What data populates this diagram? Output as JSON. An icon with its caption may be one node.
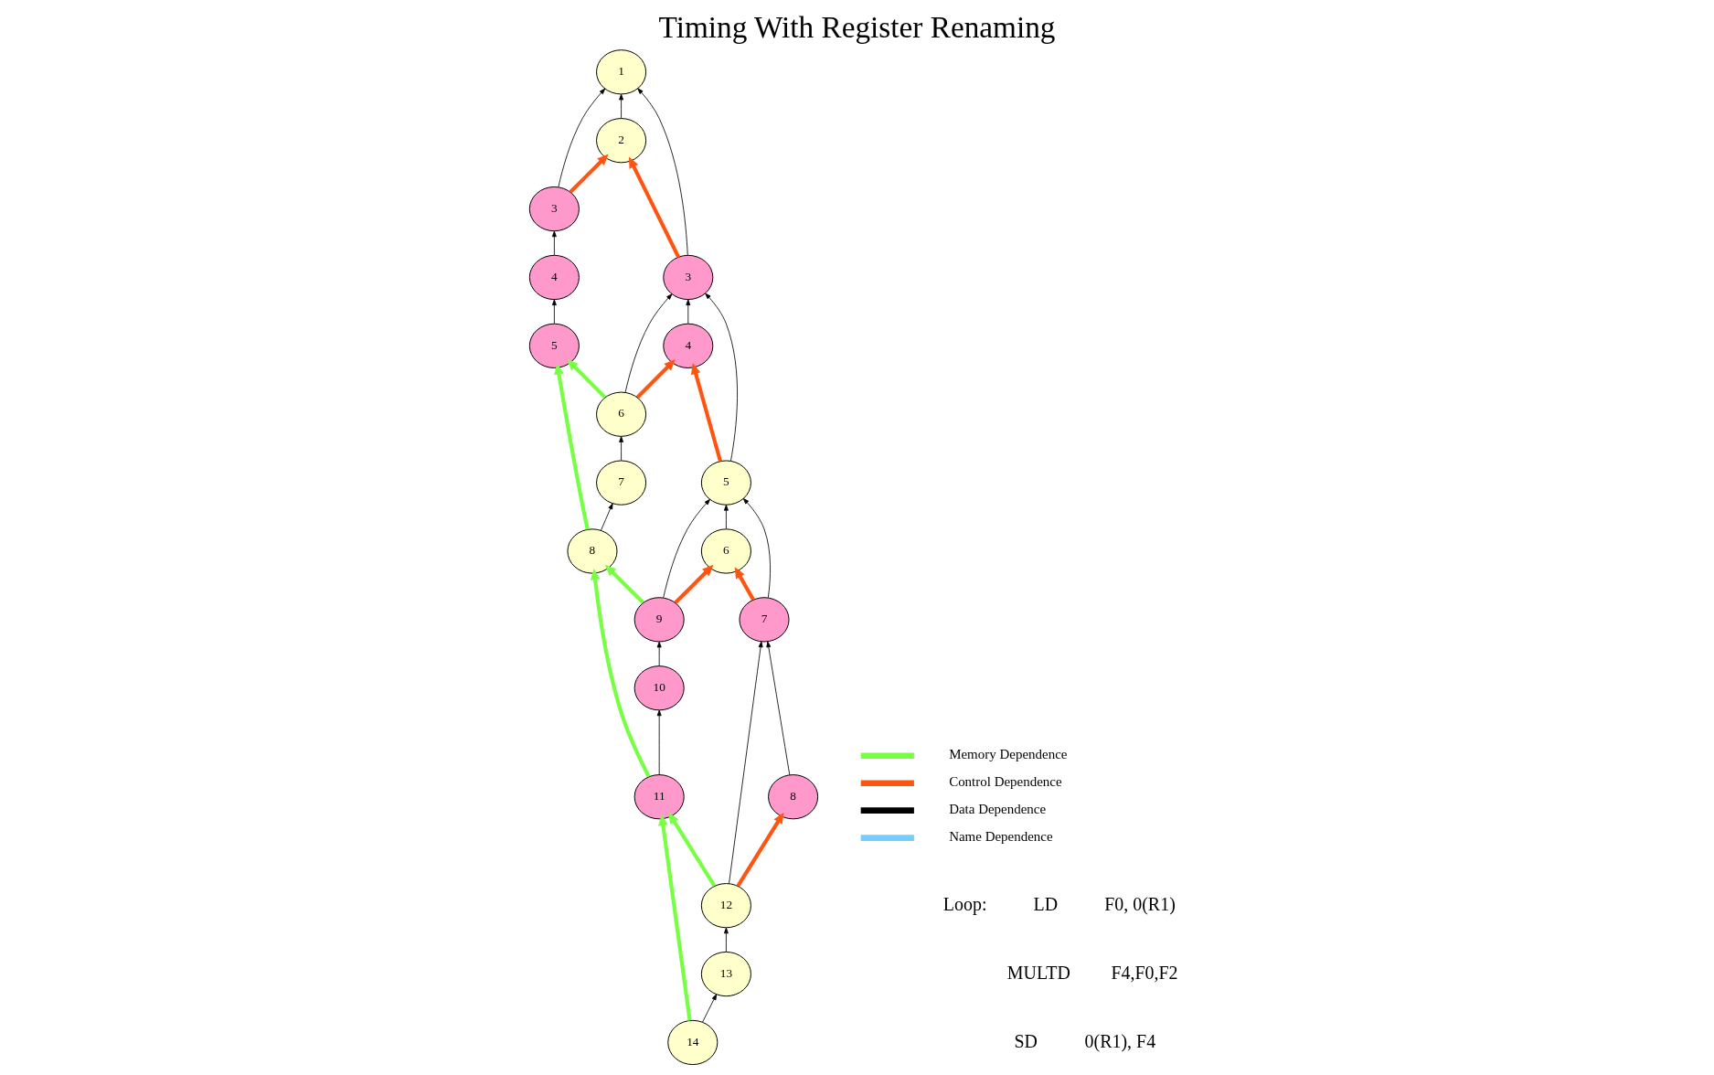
{
  "diagram": {
    "title": "Timing With Register Renaming",
    "nodes": [
      {
        "text": [
          "1"
        ]
      },
      {
        "text": [
          "2"
        ]
      },
      {
        "text": [
          "3"
        ]
      },
      {
        "text": [
          "3"
        ]
      },
      {
        "text": [
          "4"
        ]
      },
      {
        "text": [
          "5"
        ]
      },
      {
        "text": [
          "4"
        ]
      },
      {
        "text": [
          "6"
        ]
      },
      {
        "text": [
          "5"
        ]
      },
      {
        "text": [
          "7"
        ]
      },
      {
        "text": [
          "8"
        ]
      },
      {
        "text": [
          "6"
        ]
      },
      {
        "text": [
          "9"
        ]
      },
      {
        "text": [
          "7"
        ]
      },
      {
        "text": [
          "10"
        ]
      },
      {
        "text": [
          "11"
        ]
      },
      {
        "text": [
          "8"
        ]
      },
      {
        "text": [
          "12"
        ]
      },
      {
        "text": [
          "13"
        ]
      },
      {
        "text": [
          "14"
        ]
      }
    ],
    "edges": [
      {
        "from": 2,
        "to": 0,
        "arrow": "to"
      },
      {
        "from": 3,
        "to": 0,
        "arrow": "to"
      },
      {
        "from": 1,
        "to": 0,
        "arrow": "to"
      },
      {
        "from": 4,
        "to": 2,
        "arrow": "to"
      },
      {
        "from": 5,
        "to": 4,
        "arrow": "to"
      },
      {
        "from": 7,
        "to": 3,
        "arrow": "to"
      },
      {
        "from": 6,
        "to": 3,
        "arrow": "to"
      },
      {
        "from": 8,
        "to": 3,
        "arrow": "to"
      },
      {
        "from": 9,
        "to": 7,
        "arrow": "to"
      },
      {
        "from": 10,
        "to": 9,
        "arrow": "to"
      },
      {
        "from": 12,
        "to": 8,
        "arrow": "to"
      },
      {
        "from": 11,
        "to": 8,
        "arrow": "to"
      },
      {
        "from": 13,
        "to": 8,
        "arrow": "to"
      },
      {
        "from": 14,
        "to": 12,
        "arrow": "to"
      },
      {
        "from": 15,
        "to": 14,
        "arrow": "to"
      },
      {
        "from": 17,
        "to": 13,
        "arrow": "to"
      },
      {
        "from": 16,
        "to": 13,
        "arrow": "to"
      },
      {
        "from": 18,
        "to": 17,
        "arrow": "to"
      },
      {
        "from": 19,
        "to": 18,
        "arrow": "to"
      },
      {
        "from": 2,
        "to": 1,
        "arrow": "to",
        "style": "thick",
        "color": "#ff5511"
      },
      {
        "from": 3,
        "to": 1,
        "arrow": "to",
        "style": "thick",
        "color": "#ff5511"
      },
      {
        "from": 7,
        "to": 6,
        "arrow": "to",
        "style": "thick",
        "color": "#ff5511"
      },
      {
        "from": 8,
        "to": 6,
        "arrow": "to",
        "style": "thick",
        "color": "#ff5511"
      },
      {
        "from": 12,
        "to": 11,
        "arrow": "to",
        "style": "thick",
        "color": "#ff5511"
      },
      {
        "from": 13,
        "to": 11,
        "arrow": "to",
        "style": "thick",
        "color": "#ff5511"
      },
      {
        "from": 17,
        "to": 16,
        "arrow": "to",
        "style": "thick",
        "color": "#ff5511"
      },
      {
        "from": 7,
        "to": 5,
        "arrow": "to",
        "style": "thick",
        "color": "#77ff44"
      },
      {
        "from": 10,
        "to": 5,
        "arrow": "to",
        "style": "thick",
        "color": "#77ff44"
      },
      {
        "from": 12,
        "to": 10,
        "arrow": "to",
        "style": "thick",
        "color": "#77ff44"
      },
      {
        "from": 15,
        "to": 10,
        "arrow": "to",
        "style": "thick",
        "color": "#77ff44"
      },
      {
        "from": 17,
        "to": 15,
        "arrow": "to",
        "style": "thick",
        "color": "#77ff44"
      },
      {
        "from": 19,
        "to": 15,
        "arrow": "to",
        "style": "thick",
        "color": "#77ff44"
      }
    ],
    "labels": [
      "Loop:",
      "LD",
      "F0, 0(R1)",
      "MULTD",
      "F4,F0,F2",
      "SD",
      "0(R1), F4"
    ],
    "legend": [
      {
        "text": "Memory Dependence",
        "color": "#77ff44"
      },
      {
        "text": "Control Dependence",
        "color": "#ff5511"
      },
      {
        "text": "Data Dependence",
        "color": "#000000"
      },
      {
        "text": "Name Dependence",
        "color": "#77ccff"
      }
    ]
  }
}
